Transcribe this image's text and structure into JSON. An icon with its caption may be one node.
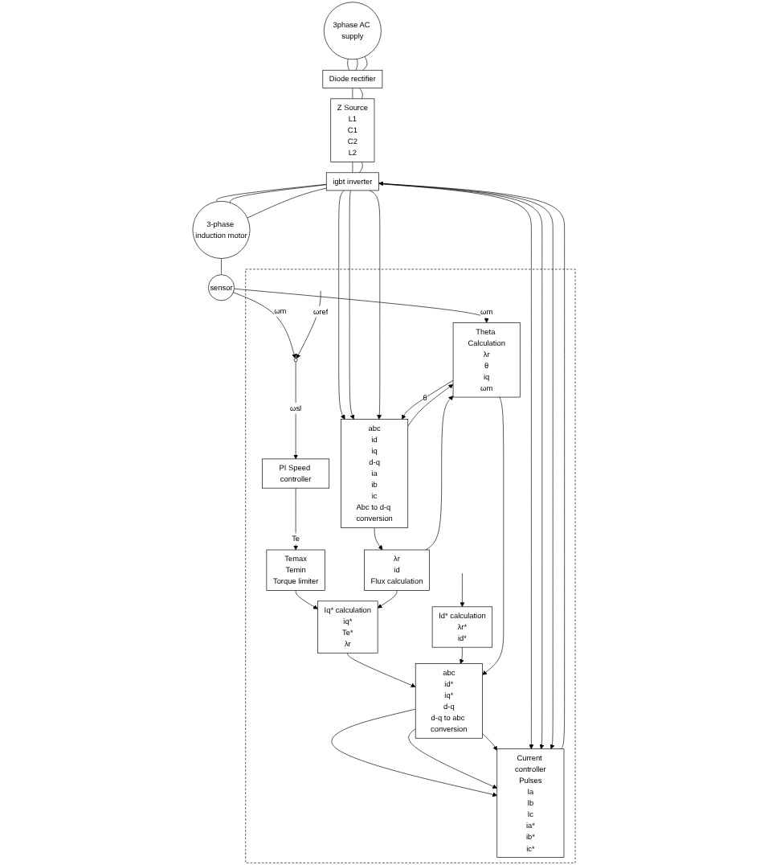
{
  "diagram": {
    "nodes": [
      {
        "text": [
          "3phase AC supply"
        ]
      },
      {
        "text": [
          "Diode rectifier"
        ]
      },
      {
        "text": [
          "Z Source",
          "L1",
          "C1",
          "C2",
          "L2"
        ]
      },
      {
        "text": [
          "igbt inverter"
        ]
      },
      {
        "text": [
          "3-phase induction motor"
        ]
      },
      {
        "text": [
          "sensor"
        ]
      },
      {
        "text": [],
        "shape": "box"
      },
      {
        "text": [
          "Current controller",
          "Pulses",
          "Ia",
          "Ib",
          "Ic",
          "ia*",
          "ib*",
          "ic*"
        ],
        "in": 6
      },
      {
        "text": [
          "Id* calculation",
          "λr*",
          "id*"
        ],
        "in": 6
      },
      {
        "text": [
          "abc",
          "id*",
          "iq*",
          "d-q",
          "d-q to abc conversion"
        ],
        "in": 6
      },
      {
        "text": [
          "Iq* calculation",
          "iq*",
          "Te*",
          "λr"
        ],
        "in": 6
      },
      {
        "text": [
          "Theta Calculation",
          "λr",
          "θ",
          "iq",
          "ωm"
        ],
        "in": 6
      },
      {
        "text": [
          "λr",
          "id",
          "Flux calculation"
        ],
        "in": 6
      },
      {
        "text": [
          "abc",
          "id",
          "iq",
          "d-q",
          "ia",
          "ib",
          "ic",
          "Abc to d-q conversion"
        ],
        "in": 6
      },
      {
        "text": [
          "Temax",
          "Temin",
          "Torque limiter"
        ],
        "in": 6
      },
      {
        "text": [
          "PI Speed controller"
        ],
        "in": 6
      },
      {
        "text": [],
        "shape": "circle",
        "in": 6
      }
    ],
    "edges": [
      {
        "from": 0,
        "to": 1,
        "arrow": "none"
      },
      {
        "from": 0,
        "to": 1,
        "arrow": "none"
      },
      {
        "from": 0,
        "to": 1,
        "arrow": "none"
      },
      {
        "from": 1,
        "to": 2,
        "arrow": "none"
      },
      {
        "from": 1,
        "to": 2,
        "arrow": "none"
      },
      {
        "from": 2,
        "to": 3,
        "arrow": "none"
      },
      {
        "from": 2,
        "to": 3,
        "arrow": "none"
      },
      {
        "from": 3,
        "to": 4,
        "arrow": "none"
      },
      {
        "from": 3,
        "to": 4,
        "arrow": "none"
      },
      {
        "from": 3,
        "to": 4,
        "arrow": "none"
      },
      {
        "from": 4,
        "to": 5,
        "arrow": "none"
      },
      {
        "from": 5,
        "to": 11,
        "arrow": "to",
        "label": "ωm"
      },
      {
        "from": 5,
        "to": 16,
        "arrow": "to",
        "label": "ωm"
      },
      {
        "from": null,
        "to": 16,
        "arrow": "to",
        "label": "ωref"
      },
      {
        "from": 16,
        "to": 15,
        "arrow": "to",
        "label": "ωsl"
      },
      {
        "from": 15,
        "to": 14,
        "arrow": "to",
        "label": "Te"
      },
      {
        "from": 14,
        "to": 10,
        "arrow": "to"
      },
      {
        "from": 10,
        "to": 9,
        "arrow": "to"
      },
      {
        "from": null,
        "to": 8,
        "arrow": "to"
      },
      {
        "from": 8,
        "to": 9,
        "arrow": "to"
      },
      {
        "from": 9,
        "to": 7,
        "arrow": "to"
      },
      {
        "from": 9,
        "to": 7,
        "arrow": "to"
      },
      {
        "from": 9,
        "to": 7,
        "arrow": "to"
      },
      {
        "from": 7,
        "to": 3,
        "arrow": "to"
      },
      {
        "from": 3,
        "to": 7,
        "arrow": "to"
      },
      {
        "from": 3,
        "to": 7,
        "arrow": "to"
      },
      {
        "from": 3,
        "to": 7,
        "arrow": "to"
      },
      {
        "from": 3,
        "to": 13,
        "arrow": "to"
      },
      {
        "from": 3,
        "to": 13,
        "arrow": "to"
      },
      {
        "from": 3,
        "to": 13,
        "arrow": "to"
      },
      {
        "from": 13,
        "to": 12,
        "arrow": "to"
      },
      {
        "from": 13,
        "to": 11,
        "arrow": "to"
      },
      {
        "from": 12,
        "to": 10,
        "arrow": "to"
      },
      {
        "from": 12,
        "to": 11,
        "arrow": "to"
      },
      {
        "from": 11,
        "to": 9,
        "arrow": "to"
      },
      {
        "from": 11,
        "to": 13,
        "arrow": "to",
        "label": "θ"
      }
    ]
  }
}
